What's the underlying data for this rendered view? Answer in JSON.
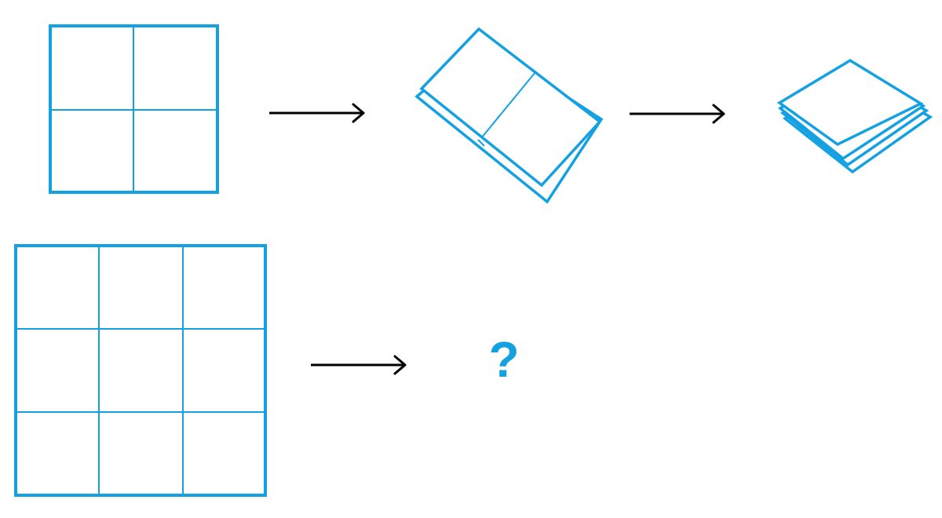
{
  "puzzle": {
    "question_mark": "?",
    "row1": {
      "grid_2x2": {
        "rows": 2,
        "cols": 2
      },
      "fold_step_1": {
        "layers": 2
      },
      "fold_step_2": {
        "layers": 4
      }
    },
    "row2": {
      "grid_3x3": {
        "rows": 3,
        "cols": 3
      }
    }
  },
  "colors": {
    "line": "#13a1e2",
    "arrow": "#000000",
    "background": "#ffffff"
  }
}
